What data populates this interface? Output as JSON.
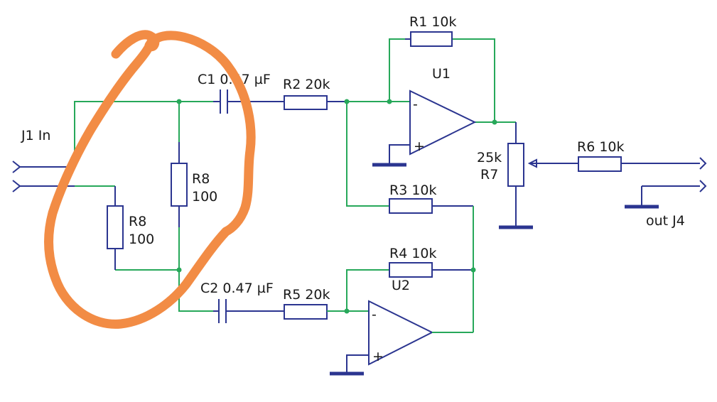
{
  "colors": {
    "wire_node": "#27a85a",
    "component": "#2b3590",
    "annotation": "#f28c45",
    "background": "#ffffff"
  },
  "labels": {
    "j1": "J1  In",
    "c1": "C1  0.47 µF",
    "r2": "R2  20k",
    "r1": "R1  10k",
    "u1": "U1",
    "r8_top_name": "R8",
    "r8_top_value": "100",
    "r8_bot_name": "R8",
    "r8_bot_value": "100",
    "r7_value": "25k",
    "r7_name": "R7",
    "r6": "R6  10k",
    "out": "out  J4",
    "r3": "R3  10k",
    "r4": "R4  10k",
    "u2": "U2",
    "c2": "C2  0.47 µF",
    "r5": "R5  20k",
    "u1_minus": "-",
    "u1_plus": "+",
    "u2_minus": "-",
    "u2_plus": "+"
  },
  "icons": {
    "annotation": "hand-drawn-circle-annotation",
    "ground": "ground-symbol",
    "opamp": "op-amp-triangle",
    "connector": "jack-connector-arrow"
  }
}
